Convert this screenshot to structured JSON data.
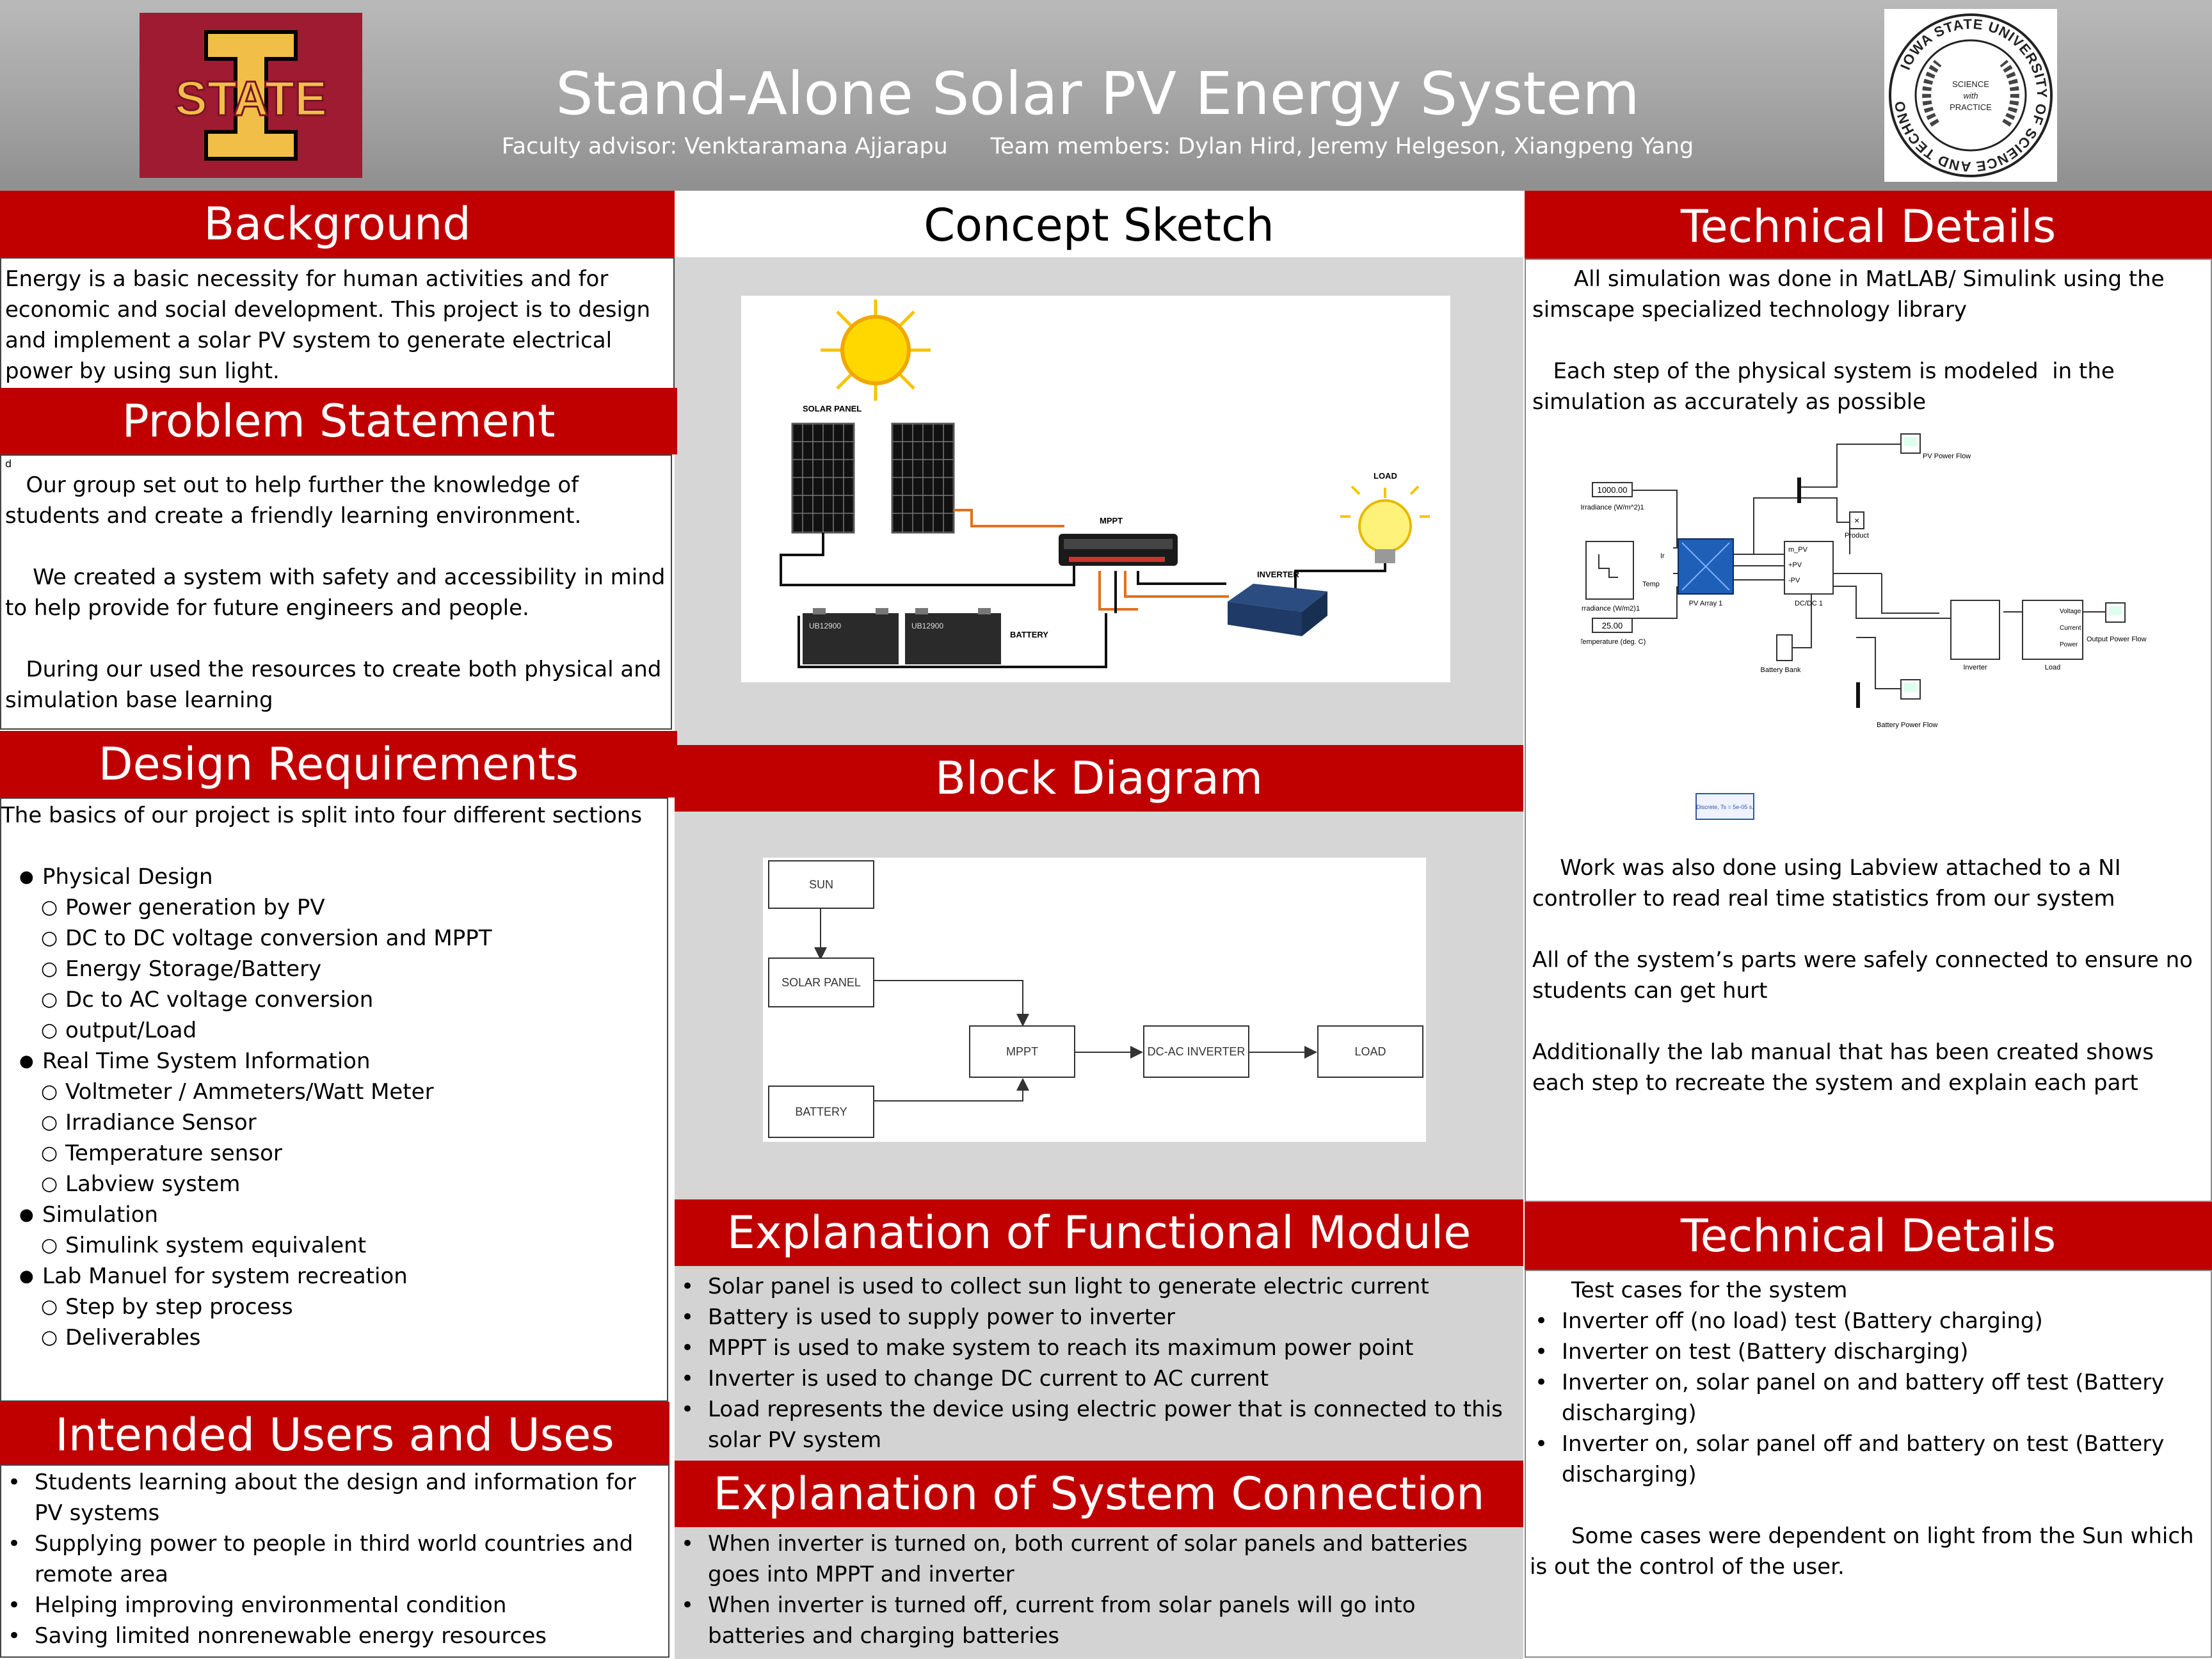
{
  "header": {
    "title": "Stand-Alone Solar PV Energy System",
    "subtitle": "Faculty advisor: Venktaramana Ajjarapu      Team members: Dylan Hird, Jeremy Helgeson, Xiangpeng Yang",
    "logo_left_text": "STATE",
    "logo_right_ring": "IOWA STATE UNIVERSITY OF SCIENCE AND TECHNOLOGY",
    "logo_right_center": [
      "SCIENCE",
      "with",
      "PRACTICE"
    ]
  },
  "background": {
    "heading": "Background",
    "text": "Energy is a basic necessity for human activities and for economic and social development. This project is to design and implement a solar PV system to generate electrical power by using sun light."
  },
  "problem": {
    "heading": "Problem Statement",
    "marker": "d",
    "paragraphs": [
      "   Our group set out to help further the knowledge of students and create a friendly learning environment.",
      "    We created a system with safety and accessibility in mind to help provide for future engineers and people.",
      "   During our used the resources to create both physical and simulation base learning"
    ]
  },
  "design": {
    "heading": "Design Requirements",
    "intro": "The basics of our project is split into four different sections",
    "groups": [
      {
        "label": "Physical Design",
        "items": [
          "Power generation by PV",
          "DC to DC voltage conversion and MPPT",
          "Energy Storage/Battery",
          "Dc to AC voltage conversion",
          "output/Load"
        ]
      },
      {
        "label": "Real Time System Information",
        "items": [
          "Voltmeter / Ammeters/Watt Meter",
          "Irradiance Sensor",
          "Temperature sensor",
          "Labview system"
        ]
      },
      {
        "label": "Simulation",
        "items": [
          "Simulink system equivalent"
        ]
      },
      {
        "label": "Lab Manuel for system recreation",
        "items": [
          "Step by step process",
          "Deliverables"
        ]
      }
    ]
  },
  "users": {
    "heading": "Intended Users and Uses",
    "items": [
      "Students learning about the design and information for PV systems",
      "Supplying power to people in third world countries and remote area",
      "Helping improving environmental condition",
      "Saving limited nonrenewable energy resources"
    ]
  },
  "concept": {
    "heading": "Concept Sketch",
    "labels": {
      "solar_panel": "SOLAR PANEL",
      "mppt": "MPPT",
      "load": "LOAD",
      "inverter": "INVERTER",
      "battery": "BATTERY",
      "bat1": "UB12900",
      "bat2": "UB12900"
    }
  },
  "block": {
    "heading": "Block Diagram",
    "nodes": {
      "sun": "SUN",
      "panel": "SOLAR PANEL",
      "battery": "BATTERY",
      "mppt": "MPPT",
      "inverter": "DC-AC INVERTER",
      "load": "LOAD"
    }
  },
  "functional": {
    "heading": "Explanation of Functional Module",
    "items": [
      "Solar panel is used to collect sun light to generate electric current",
      "Battery is used to  supply  power to inverter",
      "MPPT is used to make system to reach its maximum power point",
      "Inverter is used to change DC current to AC current",
      "Load represents the device using electric power that is connected to this solar PV system"
    ]
  },
  "connection": {
    "heading": "Explanation of System Connection",
    "items": [
      "When inverter is turned on, both current of solar panels and batteries goes into MPPT and inverter",
      "When inverter is turned off, current from solar panels will go into batteries and charging batteries"
    ]
  },
  "tech1": {
    "heading": "Technical Details",
    "p1": "      All simulation was done in MatLAB/ Simulink using the simscape specialized technology library",
    "p2": "   Each step of the physical system is modeled  in the simulation as accurately as possible",
    "p3": "    Work was also done using Labview attached to a NI controller to read real time statistics from our system",
    "p4": "All of the system’s parts were safely connected to ensure no students can get hurt",
    "p5": "Additionally the lab manual that has been created shows each step to recreate the system and explain each part",
    "sim": {
      "irr_val": "1000.00",
      "irr_label": "Irradiance (W/m^2)1",
      "irr2_label": "Irradiance (W/m2)1",
      "temp_val": "25.00",
      "temp_label": "Temperature (deg. C)",
      "temp_port": "Temp",
      "pv": "PV Array 1",
      "dcdc": "DC/DC 1",
      "inverter": "Inverter",
      "load": "Load",
      "battery": "Battery Bank",
      "product": "Product",
      "pv_flow": "PV Power Flow",
      "out_flow": "Output Power Flow",
      "bat_flow": "Battery Power Flow",
      "discrete": "Discrete, Ts = 5e-05 s.",
      "ports": {
        "m": "m_PV",
        "pv": "+PV",
        "npv": "-PV",
        "ir": "Ir",
        "v": "+",
        "voltage": "Voltage",
        "current": "Current",
        "power": "Power"
      }
    }
  },
  "tech2": {
    "heading": "Technical Details",
    "intro": "      Test cases for the system",
    "items": [
      "Inverter off (no load) test (Battery charging)",
      "Inverter on test (Battery discharging)",
      "Inverter on, solar panel on and battery off test (Battery discharging)",
      "Inverter on, solar panel off and battery on test (Battery discharging)"
    ],
    "outro": "      Some cases were dependent on light from the Sun which is out the control of the user."
  },
  "colors": {
    "accent": "#c00000",
    "panel_grey": "#d3d3d3",
    "header_grey": "#a4a4a4",
    "isu_red": "#9e1b32",
    "isu_gold": "#f1be48"
  }
}
